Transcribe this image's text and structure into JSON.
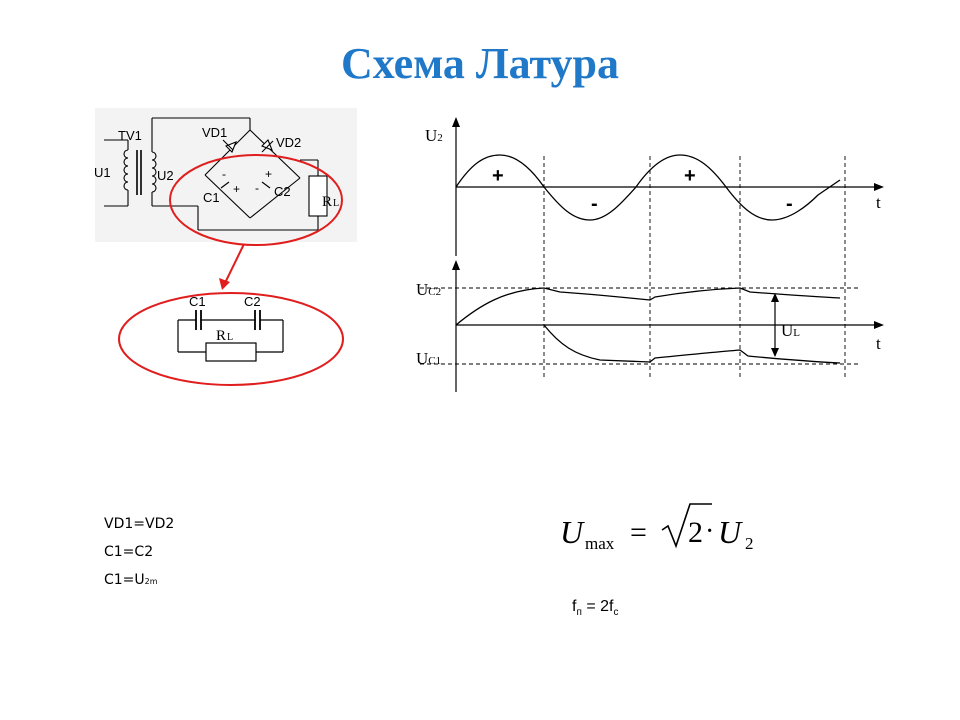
{
  "title": "Схема Латура",
  "circuit": {
    "transformer": "TV1",
    "primary": "U1",
    "secondary": "U2",
    "diode1": "VD1",
    "diode2": "VD2",
    "cap1": "C1",
    "cap2": "C2",
    "load": "R",
    "load_sub": "L",
    "minus1": "-",
    "plus1": "+",
    "plus2": "+",
    "minus2": "-"
  },
  "equivalent": {
    "cap1": "C1",
    "cap2": "C2",
    "load": "R",
    "load_sub": "L"
  },
  "graph_top": {
    "ylabel": "U",
    "ylabel_sub": "2",
    "xlabel": "t",
    "plus1": "+",
    "plus2": "+",
    "minus1": "-",
    "minus2": "-"
  },
  "graph_bottom": {
    "uc2": "U",
    "uc2_sub": "C2",
    "uc1": "U",
    "uc1_sub": "C1",
    "ul": "U",
    "ul_sub": "L",
    "xlabel": "t"
  },
  "notes": [
    {
      "text": "VD1=VD2",
      "sub": ""
    },
    {
      "text": "C1=C2",
      "sub": ""
    },
    {
      "text": "C1=U",
      "sub": "2m"
    }
  ],
  "formula": {
    "lhs": "U",
    "lhs_sub": "max",
    "eq": "=",
    "coef": "2",
    "dot": "·",
    "rhs": "U",
    "rhs_sub": "2"
  },
  "freq": {
    "f1": "f",
    "f1_sub": "п",
    "eq": " = 2f",
    "f2_sub": "с"
  },
  "colors": {
    "title": "#1f78c8",
    "highlight": "#e01e1e",
    "line": "#000000"
  }
}
